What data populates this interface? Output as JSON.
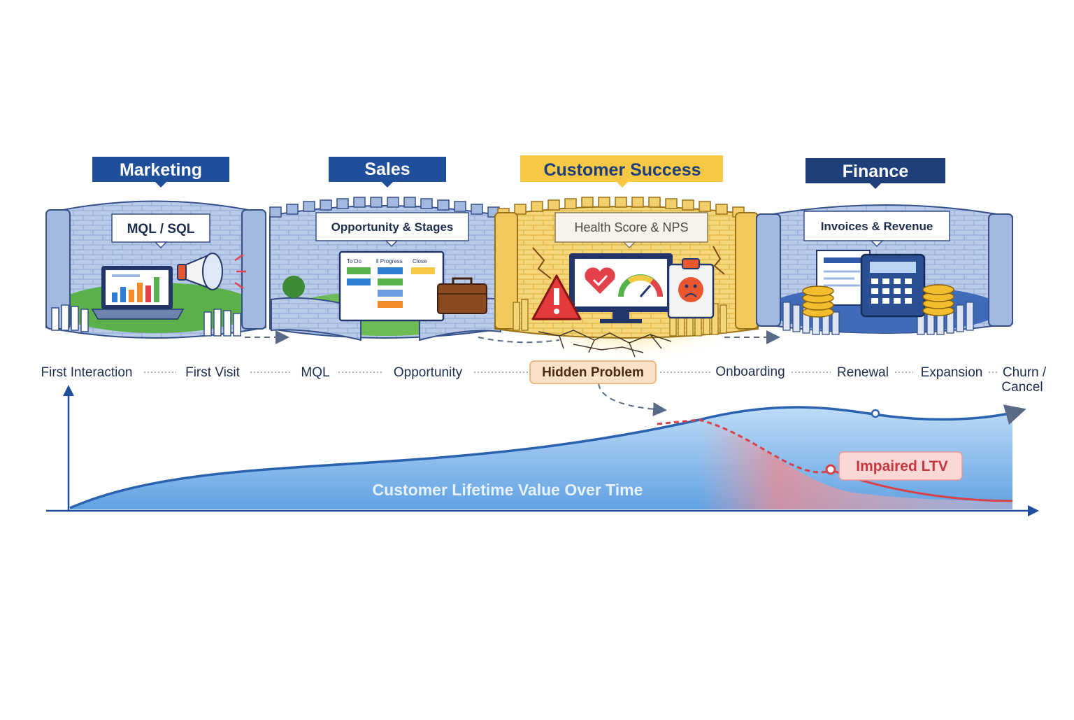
{
  "colors": {
    "navy": "#1f4e9a",
    "dark_navy": "#1e3f7a",
    "gold_label": "#f6c844",
    "wall_blue": "#a9bde0",
    "wall_gold": "#f2cf6a",
    "grass": "#5bb04a",
    "curve_blue": "#2a62b0",
    "fill_blue": "#8cc0ec",
    "impaired_red": "#d9414a",
    "hidden_bg": "#fbe2c6"
  },
  "departments": [
    {
      "key": "marketing",
      "title": "Marketing",
      "system": "MQL / SQL"
    },
    {
      "key": "sales",
      "title": "Sales",
      "system": "Opportunity & Stages"
    },
    {
      "key": "customer_success",
      "title": "Customer Success",
      "system": "Health Score & NPS"
    },
    {
      "key": "finance",
      "title": "Finance",
      "system": "Invoices & Revenue"
    }
  ],
  "kanban": {
    "col1": "To Do",
    "col2": "ll Progress",
    "col3": "Close"
  },
  "journey": {
    "first_interaction": "First Interaction",
    "first_visit": "First Visit",
    "mql": "MQL",
    "opportunity": "Opportunity",
    "hidden_problem": "Hidden Problem",
    "onboarding": "Onboarding",
    "renewal": "Renewal",
    "expansion": "Expansion",
    "churn_line1": "Churn /",
    "churn_line2": "Cancel"
  },
  "chart_labels": {
    "area_title": "Customer Lifetime Value Over Time",
    "impaired": "Impaired LTV"
  },
  "icons": [
    "laptop-icon",
    "megaphone-icon",
    "kanban-board-icon",
    "briefcase-icon",
    "warning-icon",
    "monitor-icon",
    "heart-icon",
    "gauge-icon",
    "sad-face-icon",
    "invoice-icon",
    "calculator-icon",
    "coins-icon"
  ]
}
